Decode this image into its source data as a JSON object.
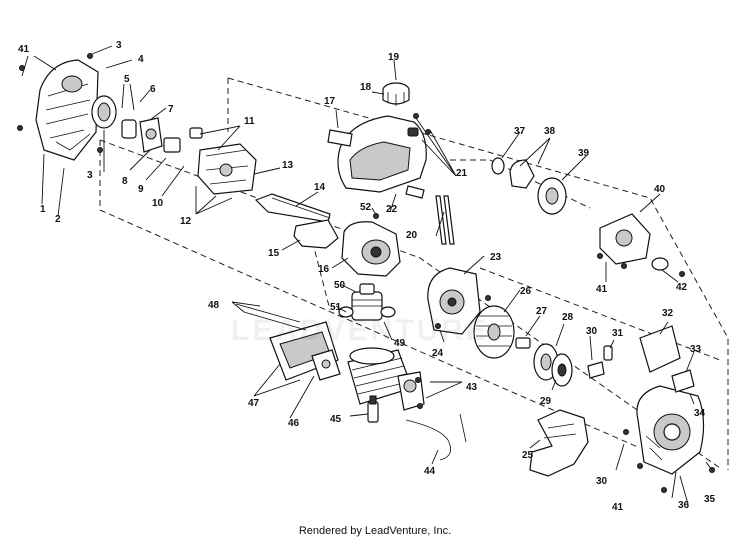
{
  "footer": {
    "text": "Rendered by LeadVenture, Inc."
  },
  "watermark": {
    "text": "LEADVENTURE"
  },
  "callouts": [
    "1",
    "2",
    "3",
    "3",
    "4",
    "5",
    "6",
    "7",
    "8",
    "9",
    "10",
    "11",
    "12",
    "13",
    "14",
    "15",
    "16",
    "17",
    "18",
    "19",
    "20",
    "21",
    "22",
    "23",
    "24",
    "25",
    "26",
    "27",
    "28",
    "29",
    "30",
    "30",
    "31",
    "32",
    "33",
    "34",
    "35",
    "36",
    "37",
    "38",
    "39",
    "40",
    "41",
    "41",
    "41",
    "42",
    "43",
    "44",
    "45",
    "46",
    "47",
    "48",
    "49",
    "50",
    "51",
    "52"
  ],
  "colors": {
    "line": "#111111",
    "background": "#ffffff",
    "shade": "#c9c9c9"
  }
}
